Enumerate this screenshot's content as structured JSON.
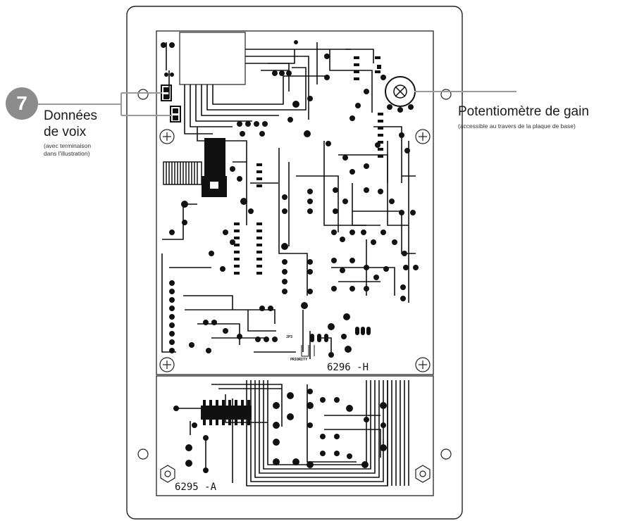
{
  "callouts": {
    "badge_number": "7",
    "voice_data": {
      "title_line1": "Données",
      "title_line2": "de voix",
      "note_line1": "(avec terminaison",
      "note_line2": "dans l'illustration)"
    },
    "gain_pot": {
      "title": "Potentiomètre de gain",
      "note": "(accessible au travers de la plaque de base)"
    }
  },
  "boards": {
    "main_id": "6296 -H",
    "lower_id": "6295 -A",
    "jumper_label": "JP3",
    "priority_label": "PRIORITY"
  },
  "colors": {
    "badge": "#8c8c8c",
    "leader_line": "#9a9a9a",
    "trace": "#111111"
  }
}
